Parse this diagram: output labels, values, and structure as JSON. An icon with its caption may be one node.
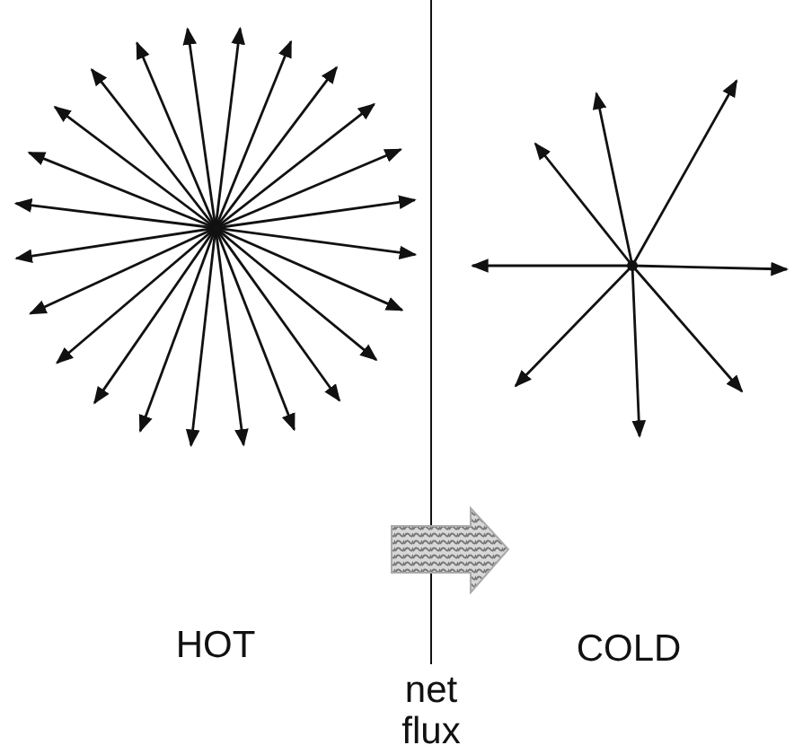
{
  "diagram": {
    "labels": [
      "HOT",
      "COLD",
      "net flux"
    ]
  }
}
